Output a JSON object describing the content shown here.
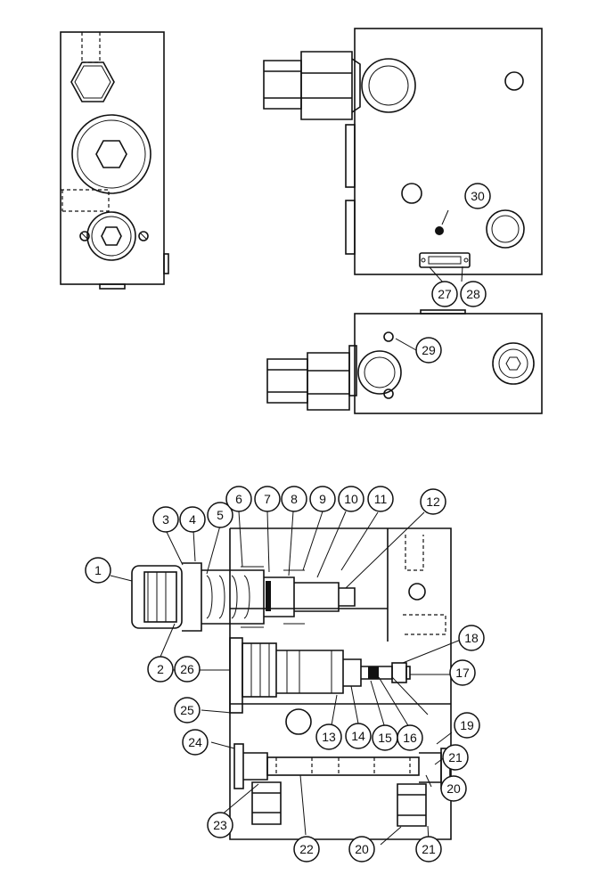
{
  "callouts": [
    {
      "label": "1"
    },
    {
      "label": "2"
    },
    {
      "label": "3"
    },
    {
      "label": "4"
    },
    {
      "label": "5"
    },
    {
      "label": "6"
    },
    {
      "label": "7"
    },
    {
      "label": "8"
    },
    {
      "label": "9"
    },
    {
      "label": "10"
    },
    {
      "label": "11"
    },
    {
      "label": "12"
    },
    {
      "label": "13"
    },
    {
      "label": "14"
    },
    {
      "label": "15"
    },
    {
      "label": "16"
    },
    {
      "label": "17"
    },
    {
      "label": "18"
    },
    {
      "label": "19"
    },
    {
      "label": "20"
    },
    {
      "label": "20"
    },
    {
      "label": "21"
    },
    {
      "label": "21"
    },
    {
      "label": "22"
    },
    {
      "label": "23"
    },
    {
      "label": "24"
    },
    {
      "label": "25"
    },
    {
      "label": "26"
    },
    {
      "label": "27"
    },
    {
      "label": "28"
    },
    {
      "label": "29"
    },
    {
      "label": "30"
    }
  ]
}
